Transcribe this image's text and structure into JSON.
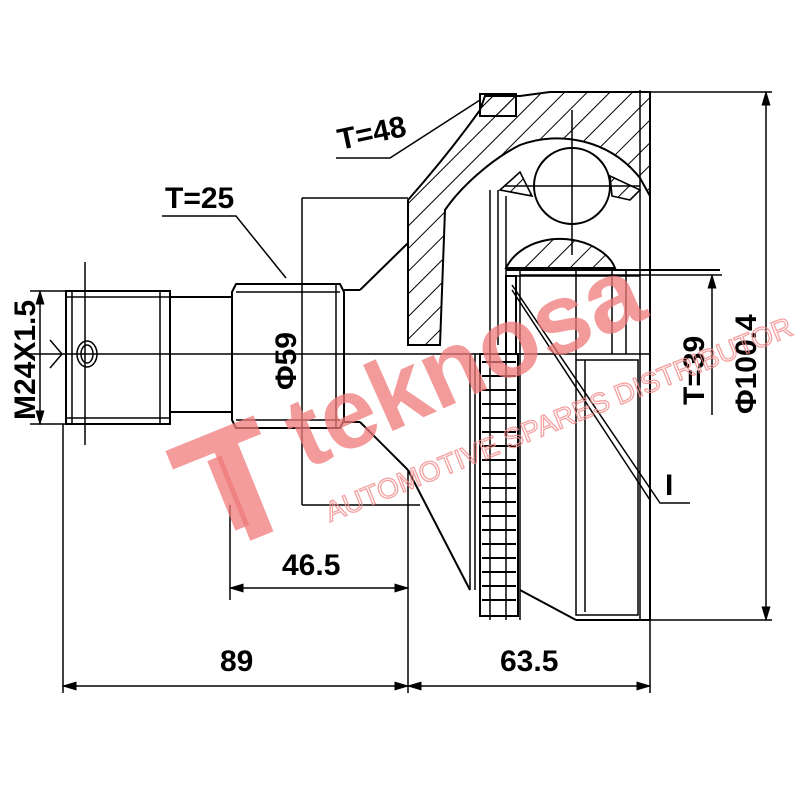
{
  "drawing": {
    "subject": "CV joint outer assembly technical drawing",
    "labels": {
      "thread": "M24X1.5",
      "shaft_diameter": "Φ59",
      "outer_diameter": "Φ100.4",
      "teeth_shaft": "T=25",
      "teeth_housing": "T=48",
      "teeth_inner": "T=39",
      "part_marker": "I"
    },
    "dimensions": {
      "stub_length": "46.5",
      "overall_left": "89",
      "housing_length": "63.5"
    }
  },
  "watermark": {
    "brand": "teknosa",
    "tagline": "AUTOMOTIVE SPARES DISTRIBUTOR",
    "color": "#f07a7a"
  }
}
